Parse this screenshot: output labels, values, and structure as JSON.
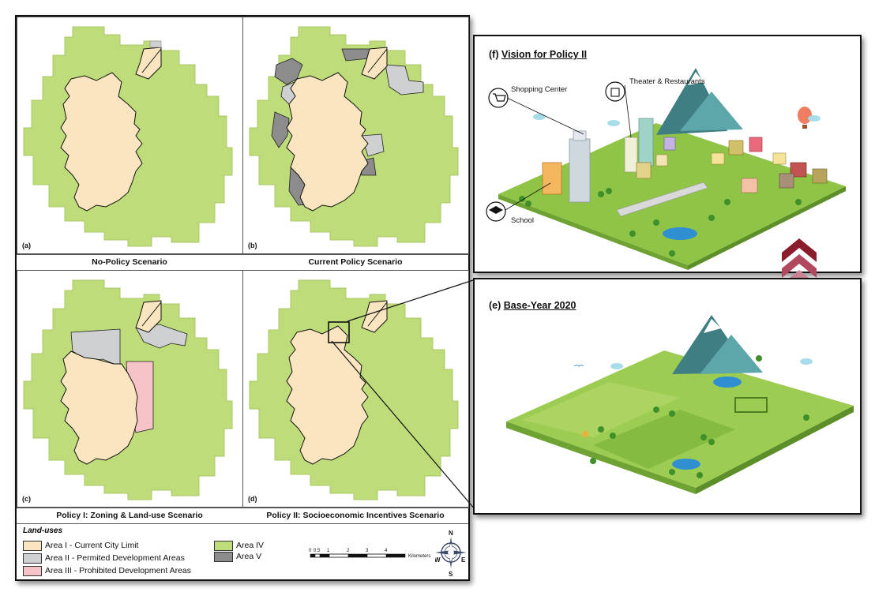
{
  "panels": [
    {
      "id": "a",
      "letter": "(a)",
      "caption": "No-Policy Scenario"
    },
    {
      "id": "b",
      "letter": "(b)",
      "caption": "Current Policy Scenario"
    },
    {
      "id": "c",
      "letter": "(c)",
      "caption": "Policy I: Zoning & Land-use Scenario"
    },
    {
      "id": "d",
      "letter": "(d)",
      "caption": "Policy II: Socioeconomic Incentives Scenario"
    }
  ],
  "legend": {
    "title": "Land-uses",
    "items": [
      {
        "label": "Area I - Current City Limit",
        "color": "#fbe5c0"
      },
      {
        "label": "Area II - Permited Development Areas",
        "color": "#cfd0d2"
      },
      {
        "label": "Area III - Prohibited Development Areas",
        "color": "#f6c3c8"
      },
      {
        "label": "Area IV",
        "color": "#bedc7a"
      },
      {
        "label": "Area V",
        "color": "#8c8c8c"
      }
    ]
  },
  "compass": {
    "n": "N",
    "s": "S",
    "e": "E",
    "w": "W"
  },
  "scalebar": {
    "ticks": [
      "0",
      "0.5",
      "1",
      "2",
      "3",
      "4"
    ],
    "unit": "Kilometers"
  },
  "vision_f": {
    "letter": "(f)",
    "title": "Vision for Policy II",
    "labels": {
      "shopping": "Shopping Center",
      "theater": "Theater & Restaurants",
      "school": "School"
    }
  },
  "vision_e": {
    "letter": "(e)",
    "title": "Base-Year  2020"
  },
  "colors": {
    "green": "#bedc7a",
    "city": "#fbe5c0",
    "grey": "#cfd0d2",
    "dark": "#8c8c8c",
    "pink": "#f6c3c8",
    "chevron": "#b2485e"
  }
}
